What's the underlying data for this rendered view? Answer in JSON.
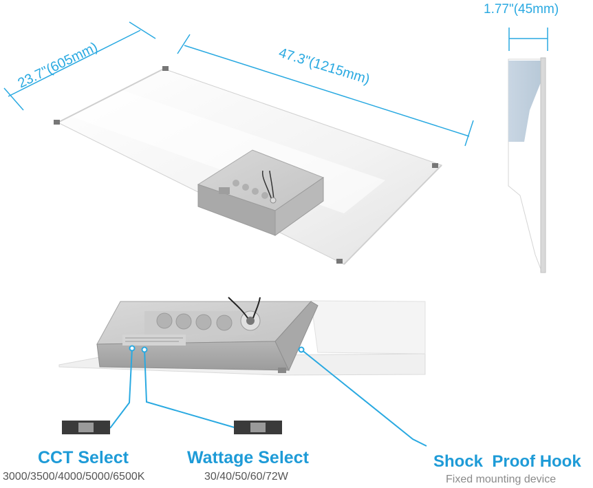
{
  "dimensions": {
    "width_label": "23.7\"(605mm)",
    "length_label": "47.3\"(1215mm)",
    "thickness_label": "1.77\"(45mm)"
  },
  "features": {
    "cct": {
      "title": "CCT Select",
      "options": "3000/3500/4000/5000/6500K"
    },
    "wattage": {
      "title": "Wattage Select",
      "options": "30/40/50/60/72W"
    },
    "hook": {
      "title": "Shock  Proof Hook",
      "subtitle": "Fixed mounting device"
    }
  },
  "colors": {
    "accent": "#29a9e1",
    "title_blue": "#1e9bd7",
    "caption_gray": "#555555",
    "hint_gray": "#8a8a8a",
    "housing_gray": "#bfbfbf",
    "switch_dark": "#3a3a3a"
  }
}
